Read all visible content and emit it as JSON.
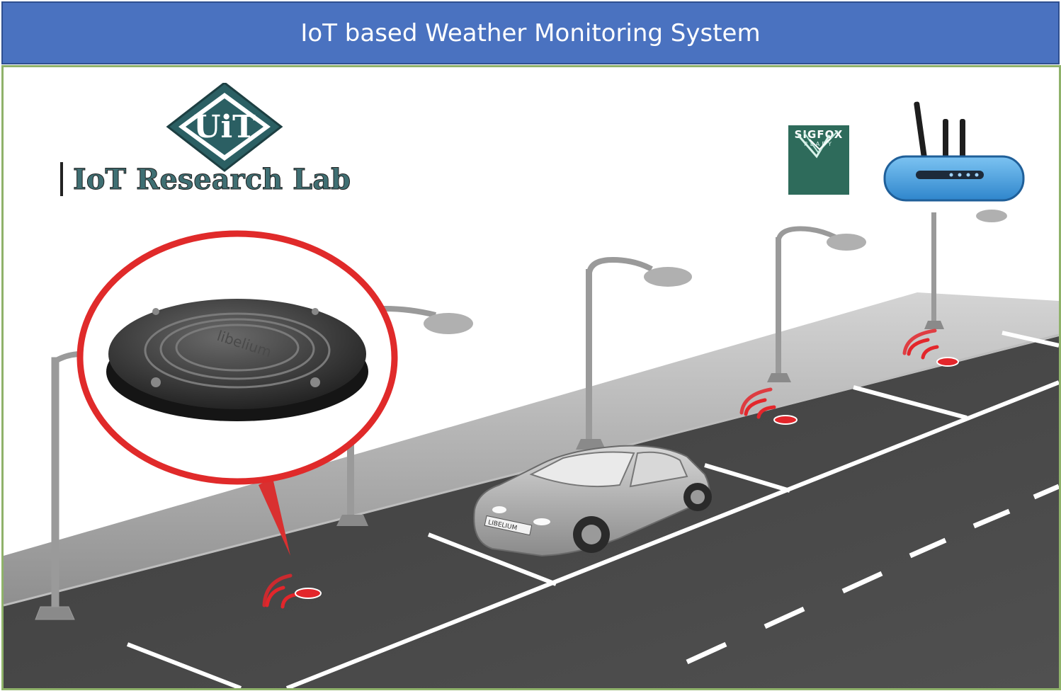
{
  "header": {
    "title": "IoT based Weather Monitoring System"
  },
  "logo": {
    "emblem_text": "UiT",
    "lab_name": "IoT Research Lab",
    "emblem_color": "#2b5f63"
  },
  "sigfox_badge": {
    "label": "SIGFOX",
    "sublabel": "READY",
    "color": "#2e6b5b"
  },
  "gateway": {
    "color": "#4aa6e8"
  },
  "sensor_device": {
    "brand": "libelium"
  },
  "car": {
    "plate": "LIBELIUM"
  },
  "colors": {
    "header_bg": "#4a72c0",
    "frame_border": "#8fb26a",
    "road": "#4a4a4a",
    "sidewalk": "#a9a9a9",
    "signal_red": "#e3262b",
    "callout_red": "#e02a2a"
  },
  "icons": [
    "sensor-icon",
    "wifi-signal-icon",
    "street-lamp-icon",
    "car-icon",
    "gateway-router-icon"
  ]
}
